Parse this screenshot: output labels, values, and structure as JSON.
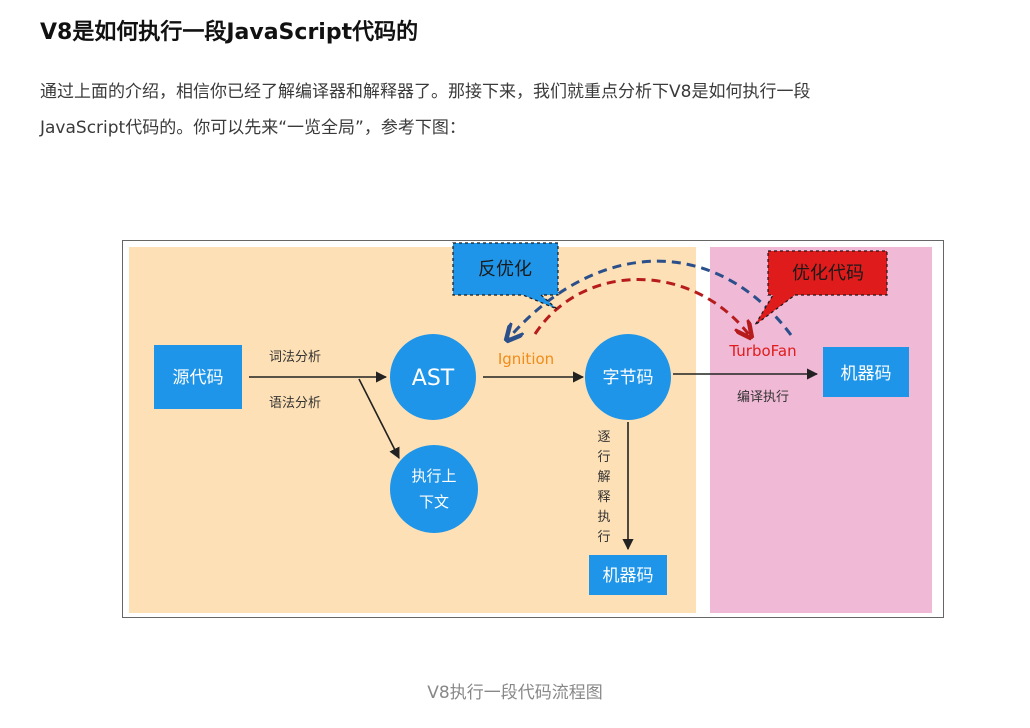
{
  "article": {
    "heading": "V8是如何执行一段JavaScript代码的",
    "paragraph_line1": "通过上面的介绍，相信你已经了解编译器和解释器了。那接下来，我们就重点分析下V8是如何执行一段",
    "paragraph_line2": "JavaScript代码的。你可以先来“一览全局”，参考下图：",
    "caption": "V8执行一段代码流程图"
  },
  "diagram": {
    "source_code": "源代码",
    "lexical_analysis": "词法分析",
    "syntax_analysis": "语法分析",
    "ast": "AST",
    "ignition": "Ignition",
    "bytecode": "字节码",
    "turbofan": "TurboFan",
    "machine_code_right": "机器码",
    "compile_execute": "编译执行",
    "exec_context_line1": "执行上",
    "exec_context_line2": "下文",
    "interpret_line1": "逐",
    "interpret_line2": "行",
    "interpret_line3": "解",
    "interpret_line4": "释",
    "interpret_line5": "执",
    "interpret_line6": "行",
    "machine_code_bottom": "机器码",
    "deoptimize": "反优化",
    "optimize_code": "优化代码",
    "colors": {
      "interpreter_zone": "#fde0b5",
      "compiler_zone": "#f0b9d6",
      "node_blue": "#1e95e8",
      "accent_orange": "#f08c1a",
      "accent_red": "#e01b1b",
      "deopt_arrow": "#2a4f8a",
      "opt_arrow": "#b71c1c"
    }
  }
}
